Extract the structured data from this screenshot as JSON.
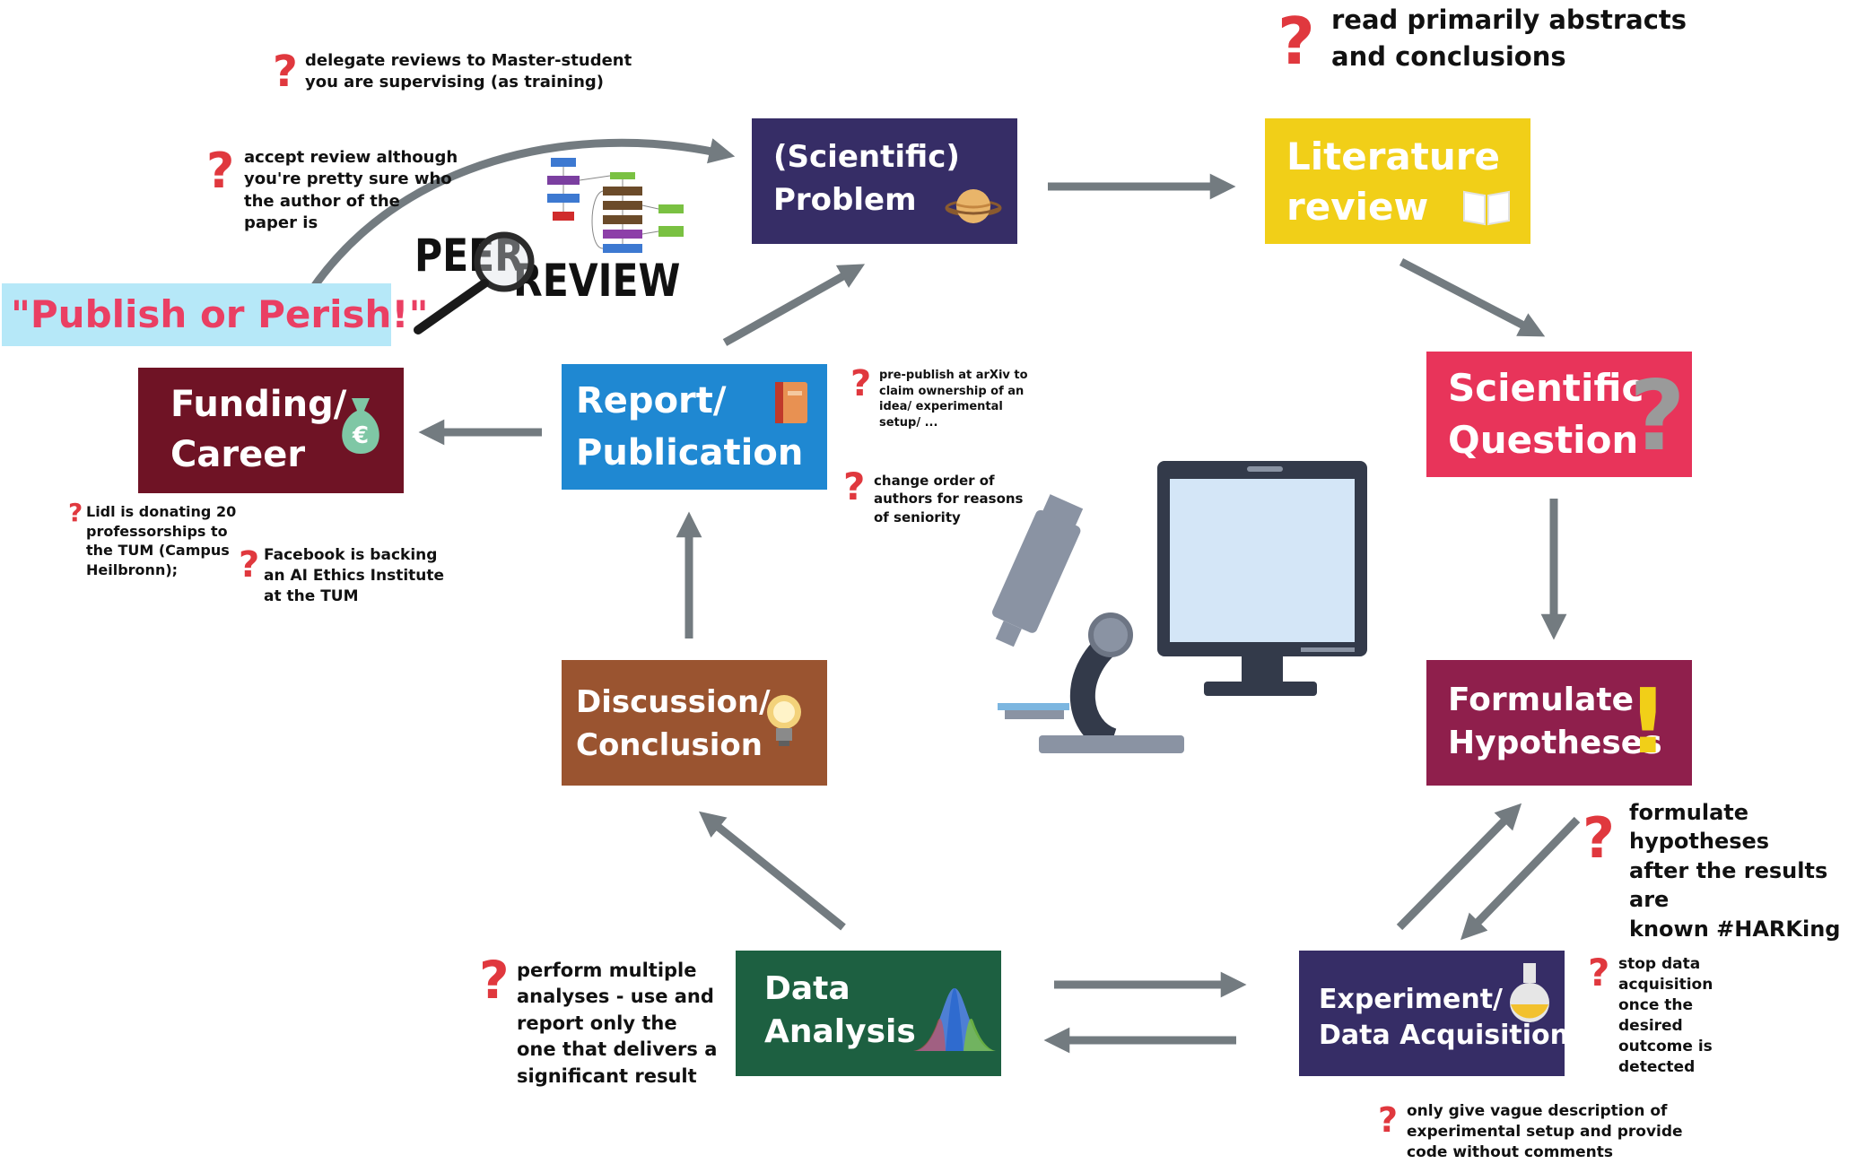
{
  "boxes": {
    "problem": {
      "lines": [
        "(Scientific)",
        "Problem"
      ],
      "color": "#362d66"
    },
    "literature": {
      "lines": [
        "Literature",
        "review"
      ],
      "color": "#f1cf18"
    },
    "question": {
      "lines": [
        "Scientific",
        "Question"
      ],
      "color": "#e8345a"
    },
    "hypotheses": {
      "lines": [
        "Formulate",
        "Hypotheses"
      ],
      "color": "#8f1f4c"
    },
    "experiment": {
      "lines": [
        "Experiment/",
        "Data Acquisition"
      ],
      "color": "#362d66"
    },
    "analysis": {
      "lines": [
        "Data",
        "Analysis"
      ],
      "color": "#1d6041"
    },
    "discussion": {
      "lines": [
        "Discussion/",
        "Conclusion"
      ],
      "color": "#9a5430"
    },
    "report": {
      "lines": [
        "Report/",
        "Publication"
      ],
      "color": "#1f88d2"
    },
    "funding": {
      "lines": [
        "Funding/",
        "Career"
      ],
      "color": "#6f1325"
    }
  },
  "banner": "\"Publish or Perish!\"",
  "peer_review_logo": {
    "line1": "PEER",
    "line2": "REVIEW"
  },
  "notes": {
    "abstracts": "read primarily abstracts\nand conclusions",
    "delegate": "delegate reviews to Master-student\nyou are supervising (as training)",
    "accept": "accept review although\nyou're pretty sure who\nthe author of the\npaper is",
    "prepublish": "pre-publish at arXiv to\nclaim ownership of an\nidea/ experimental\nsetup/ ...",
    "authors": "change order of\nauthors for reasons\nof seniority",
    "lidl": "Lidl is donating 20\nprofessorships to\nthe TUM (Campus\nHeilbronn);",
    "facebook": "Facebook is backing\nan AI Ethics Institute\nat the TUM",
    "harking": "formulate hypotheses\nafter the results are\nknown #HARKing",
    "stop": "stop data\nacquisition\nonce the\ndesired\noutcome is\ndetected",
    "vague": "only give vague description of\nexperimental setup and provide\ncode without comments",
    "multiple": "perform multiple\nanalyses - use and\nreport only the\none that delivers a\nsignificant result"
  },
  "question_mark": "?",
  "exclamation_mark": "!",
  "euro_sign": "€",
  "icons": [
    "planet-icon",
    "open-book-icon",
    "question-mark-icon",
    "exclamation-icon",
    "flask-icon",
    "bell-curve-icon",
    "lightbulb-icon",
    "notebook-icon",
    "money-bag-icon",
    "magnifier-icon",
    "microscope-icon",
    "monitor-icon",
    "flowchart-icon"
  ],
  "colors": {
    "arrow": "#737b80",
    "question": "#e0383e",
    "banner_bg": "#b6e8f8",
    "banner_text": "#ea3f63"
  }
}
